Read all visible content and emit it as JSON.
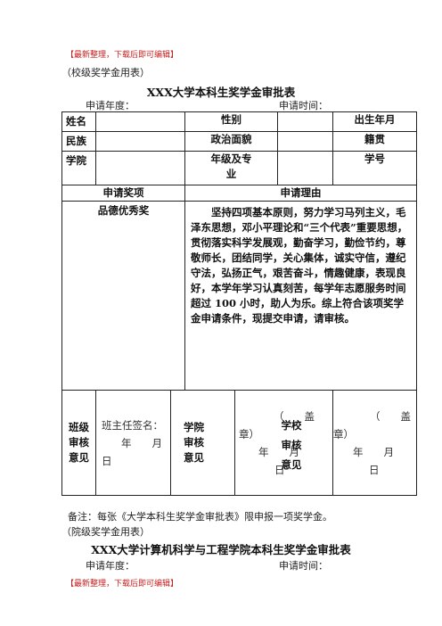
{
  "header_note": "【最新整理，下载后即可编辑】",
  "footer_note": "【最新整理，下载后即可编辑】",
  "form1": {
    "level": "（校级奖学金用表）",
    "title": "XXX大学本科生奖学金审批表",
    "apply_year": "申请年度：",
    "apply_time": "申请时间：",
    "labels": {
      "name": "姓名",
      "gender": "性别",
      "birth": "出生年月",
      "ethnicity": "民族",
      "politics": "政治面貌",
      "native": "籍贯",
      "college": "学院",
      "grade_major_1": "年级及专",
      "grade_major_2": "业",
      "student_id": "学号",
      "award_header": "申请奖项",
      "reason_header": "申请理由"
    },
    "award": "品德优秀奖",
    "reason": "坚持四项基本原则，努力学习马列主义，毛泽东思想，邓小平理论和“三个代表”重要思想，贯彻落实科学发展观，勤奋学习，勤俭节约，尊敬师长，团结同学，关心集体，诚实守信，遵纪守法，弘扬正气，艰苦奋斗，情趣健康，表现良好，本学年学习认真刻苦，每学年志愿服务时间超过 100 小时，助人为乐。综上符合该项奖学金申请条件，现提交申请，请审核。",
    "review": {
      "class_label": [
        "班级",
        "审核",
        "意见"
      ],
      "class_sign": "班主任签名：",
      "class_date": "年　　月",
      "class_day": "日",
      "college_label": [
        "学院",
        "审核",
        "意见"
      ],
      "college_stamp": "（　　盖",
      "college_stamp2": "章）",
      "college_date": "年　　月",
      "college_day": "日",
      "school_label": [
        "学校",
        "审核",
        "意见"
      ],
      "school_stamp": "（　　盖",
      "school_stamp2": "章）",
      "school_date": "年　　月",
      "school_day": "日"
    },
    "remark": "备注：每张《大学本科生奖学金审批表》限申报一项奖学金。"
  },
  "form2": {
    "level": "（院级奖学金用表）",
    "title": "XXX大学计算机科学与工程学院本科生奖学金审批表",
    "apply_year": "申请年度：",
    "apply_time": "申请时间："
  }
}
